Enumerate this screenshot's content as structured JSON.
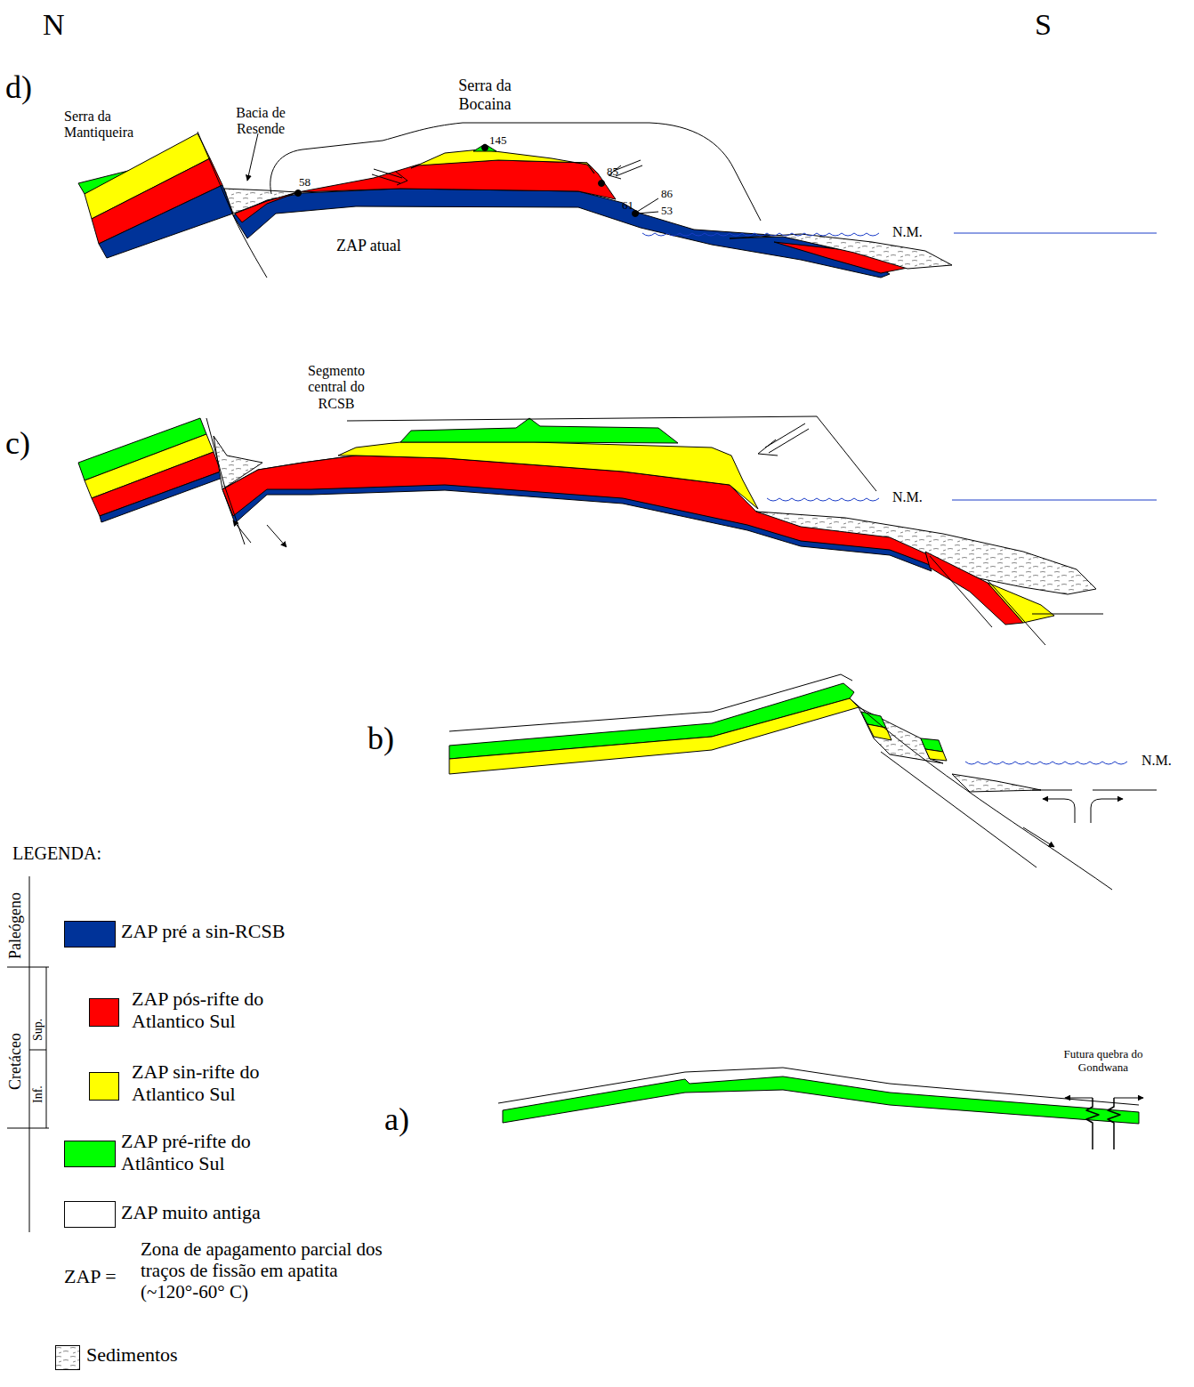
{
  "diagram": {
    "labels": [
      "N",
      "S",
      "d)",
      "Serra da Mantiqueira",
      "Bacia de Resende",
      "Serra da Bocaina",
      "145",
      "85",
      "58",
      "61",
      "86",
      "53",
      "N.M.",
      "ZAP atual",
      "Segmento central do RCSB",
      "c)",
      "N.M.",
      "b)",
      "N.M.",
      "LEGENDA:",
      "Paleógeno",
      "Sup.",
      "Cretáceo",
      "Inf.",
      "Futura quebra do Gondwana",
      "a)",
      "ZAP =",
      "Zona de apagamento parcial dos traços de fissão em apatita (~120°-60° C)"
    ],
    "legend": [
      {
        "text": "ZAP pré a sin-RCSB",
        "color": "#003399"
      },
      {
        "text": "ZAP pós-rifte do Atlantico Sul",
        "color": "#ff0000"
      },
      {
        "text": "ZAP sin-rifte do Atlantico Sul",
        "color": "#ffff00"
      },
      {
        "text": "ZAP pré-rifte do Atlântico Sul",
        "color": "#00ff00"
      },
      {
        "text": "ZAP muito antiga",
        "color": "#ffffff"
      },
      {
        "text": "Sedimentos"
      }
    ]
  }
}
